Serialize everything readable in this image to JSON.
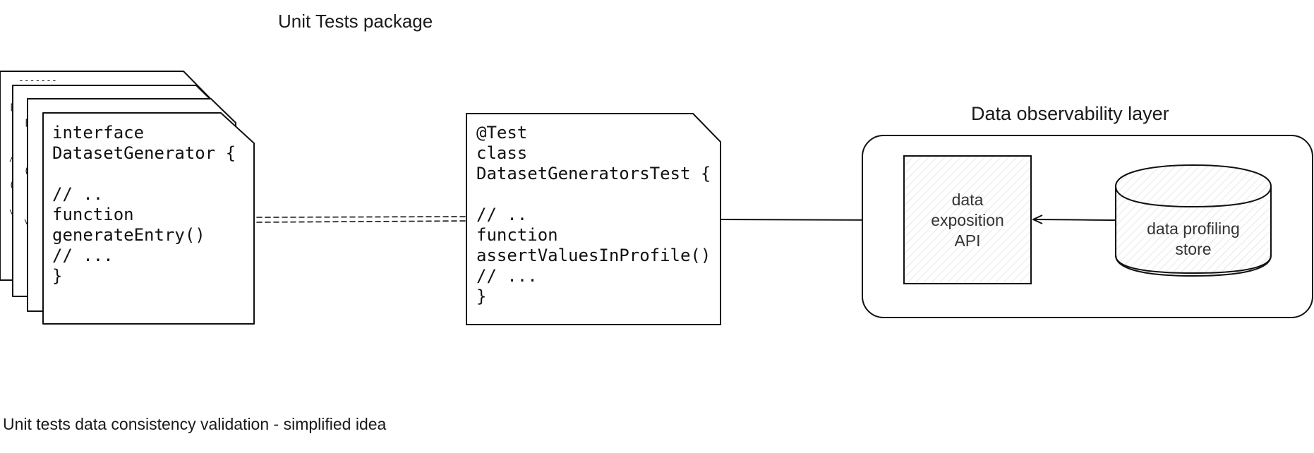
{
  "titles": {
    "unit_tests_package": "Unit Tests package",
    "data_observability_layer": "Data observability layer"
  },
  "generator_card": {
    "lines": [
      "interface",
      "DatasetGenerator {",
      "",
      "// ..",
      "function",
      "generateEntry()",
      "// ...",
      "}"
    ]
  },
  "test_card": {
    "lines": [
      "@Test",
      "class",
      "DatasetGeneratorsTest {",
      "",
      "// ..",
      "function",
      "assertValuesInProfile()",
      "// ...",
      "}"
    ]
  },
  "api_box": {
    "lines": [
      "data",
      "exposition",
      "API"
    ]
  },
  "store": {
    "lines": [
      "data profiling",
      "store"
    ]
  },
  "caption": "Unit tests data consistency validation - simplified idea",
  "colors": {
    "stroke": "#111111",
    "background": "#ffffff",
    "hatch": "#d9d9d9",
    "label": "#333333"
  }
}
